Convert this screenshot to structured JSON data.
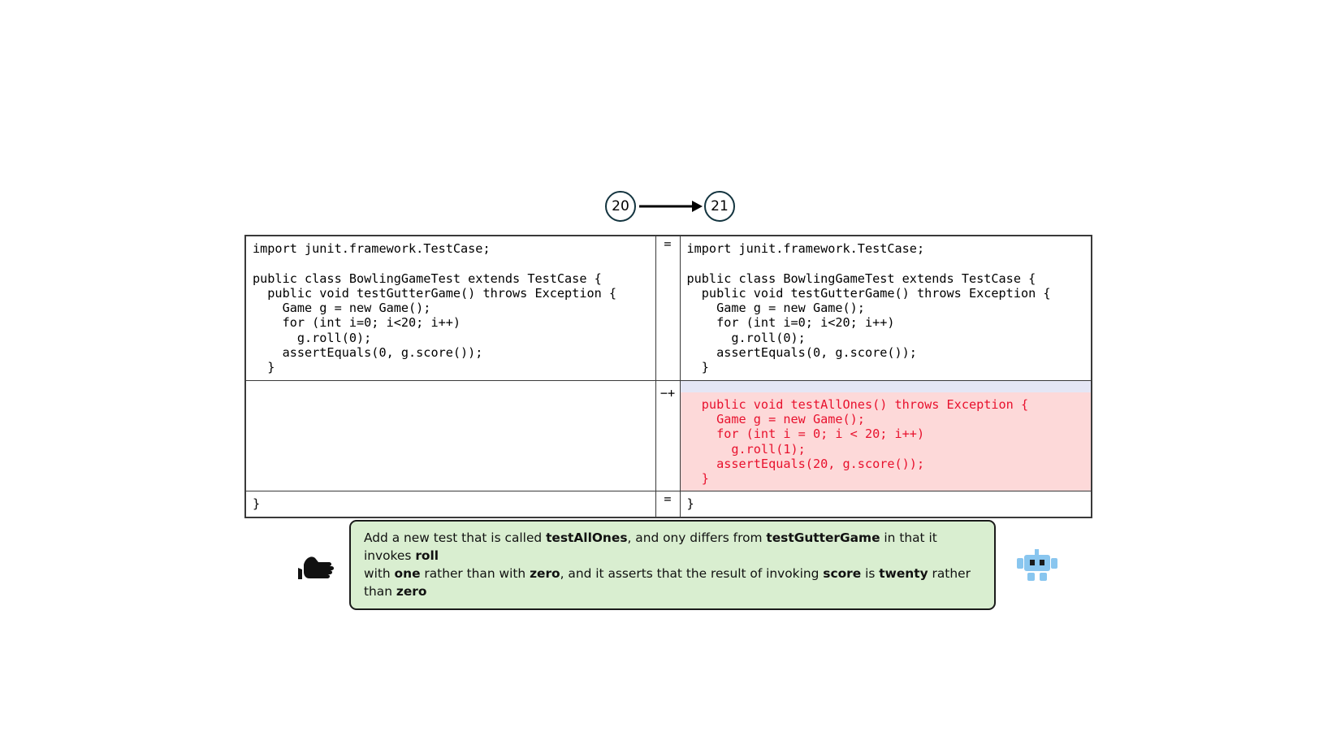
{
  "transition": {
    "from_state": "20",
    "to_state": "21",
    "arrow_icon": "right-arrow-icon"
  },
  "diff": {
    "rows": [
      {
        "marker": "=",
        "left_code": "import junit.framework.TestCase;\n\npublic class BowlingGameTest extends TestCase {\n  public void testGutterGame() throws Exception {\n    Game g = new Game();\n    for (int i=0; i<20; i++)\n      g.roll(0);\n    assertEquals(0, g.score());\n  }",
        "right_code": "import junit.framework.TestCase;\n\npublic class BowlingGameTest extends TestCase {\n  public void testGutterGame() throws Exception {\n    Game g = new Game();\n    for (int i=0; i<20; i++)\n      g.roll(0);\n    assertEquals(0, g.score());\n  }",
        "status": "unchanged"
      },
      {
        "marker": "−+",
        "left_code": "",
        "right_code": "  public void testAllOnes() throws Exception {\n    Game g = new Game();\n    for (int i = 0; i < 20; i++)\n      g.roll(1);\n    assertEquals(20, g.score());\n  }",
        "status": "added"
      },
      {
        "marker": "=",
        "left_code": "}",
        "right_code": "}",
        "status": "unchanged"
      }
    ]
  },
  "instruction": {
    "hand_icon": "pointing-hand-icon",
    "robot_icon": "robot-icon",
    "line1_part1": "Add a new test that is called ",
    "line1_bold1": "testAllOnes",
    "line1_part2": ", and ony differs from ",
    "line1_bold2": "testGutterGame",
    "line1_part3": " in that it invokes ",
    "line1_bold3": "roll",
    "line2_part1": "with ",
    "line2_bold1": "one",
    "line2_part2": " rather than with ",
    "line2_bold2": "zero",
    "line2_part3": ", and it asserts that the result of invoking ",
    "line2_bold3": "score",
    "line2_part4": " is ",
    "line2_bold4": "twenty",
    "line2_part5": " rather than ",
    "line2_bold5": "zero"
  },
  "colors": {
    "added_text": "#e8112d",
    "added_background": "#fdd9d9",
    "blank_line_background": "#e4e6f5",
    "banner_background": "#d9eed0",
    "border": "#3a3a3a"
  }
}
